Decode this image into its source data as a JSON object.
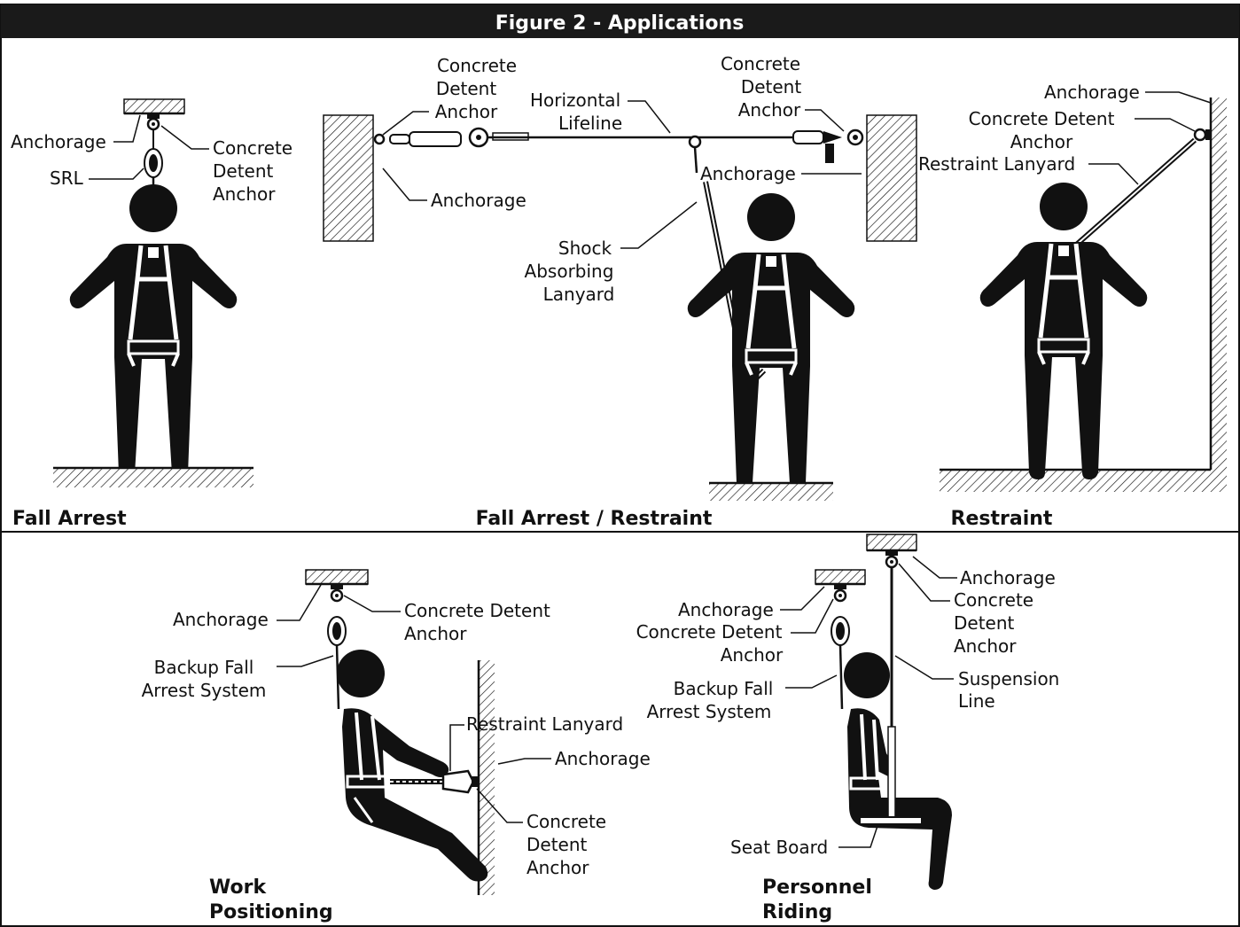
{
  "title": "Figure 2 - Applications",
  "colors": {
    "frame": "#111111",
    "title_bar": "#1a1a1a",
    "title_text": "#ffffff",
    "background": "#ffffff"
  },
  "panels": {
    "fall_arrest": {
      "caption": "Fall Arrest",
      "labels": {
        "anchorage": "Anchorage",
        "anchor": [
          "Concrete",
          "Detent",
          "Anchor"
        ],
        "srl": "SRL"
      }
    },
    "fall_arrest_restraint": {
      "caption": "Fall Arrest / Restraint",
      "labels": {
        "anchor_left": [
          "Concrete",
          "Detent",
          "Anchor"
        ],
        "horizontal_lifeline": [
          "Horizontal",
          "Lifeline"
        ],
        "anchor_right": [
          "Concrete",
          "Detent",
          "Anchor"
        ],
        "anchorage_left": "Anchorage",
        "anchorage_right": "Anchorage",
        "shock_absorbing_lanyard": [
          "Shock",
          "Absorbing",
          "Lanyard"
        ]
      }
    },
    "restraint": {
      "caption": "Restraint",
      "labels": {
        "anchorage": "Anchorage",
        "anchor": [
          "Concrete Detent",
          "Anchor"
        ],
        "restraint_lanyard": "Restraint Lanyard"
      }
    },
    "work_positioning": {
      "caption": [
        "Work",
        "Positioning"
      ],
      "labels": {
        "anchorage_top": "Anchorage",
        "anchor_top": [
          "Concrete Detent",
          "Anchor"
        ],
        "backup": [
          "Backup Fall",
          "Arrest System"
        ],
        "restraint_lanyard": "Restraint Lanyard",
        "anchorage_wall": "Anchorage",
        "anchor_wall": [
          "Concrete",
          "Detent",
          "Anchor"
        ]
      }
    },
    "personnel_riding": {
      "caption": [
        "Personnel",
        "Riding"
      ],
      "labels": {
        "anchorage_left": "Anchorage",
        "anchor_left": [
          "Concrete Detent",
          "Anchor"
        ],
        "backup": [
          "Backup Fall",
          "Arrest System"
        ],
        "seat_board": "Seat Board",
        "anchorage_right": "Anchorage",
        "anchor_right": [
          "Concrete",
          "Detent",
          "Anchor"
        ],
        "suspension_line": [
          "Suspension",
          "Line"
        ]
      }
    }
  }
}
